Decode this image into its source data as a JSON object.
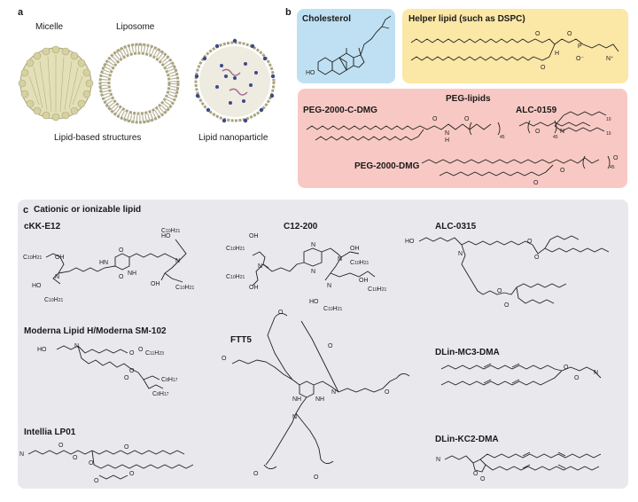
{
  "panel_a": {
    "letter": "a",
    "micelle": "Micelle",
    "liposome": "Liposome",
    "lipid_based": "Lipid-based structures",
    "lnp": "Lipid nanoparticle"
  },
  "panel_b": {
    "letter": "b",
    "cholesterol": "Cholesterol",
    "helper": "Helper lipid (such as DSPC)",
    "peg_title": "PEG-lipids",
    "peg_c_dmg": "PEG-2000-C-DMG",
    "alc0159": "ALC-0159",
    "peg_dmg": "PEG-2000-DMG"
  },
  "panel_c": {
    "letter": "c",
    "title": "Cationic or ionizable lipid",
    "ckk": "cKK-E12",
    "c12": "C12-200",
    "alc0315": "ALC-0315",
    "moderna": "Moderna Lipid H/Moderna SM-102",
    "ftt5": "FTT5",
    "mc3": "DLin-MC3-DMA",
    "intellia": "Intellia LP01",
    "kc2": "DLin-KC2-DMA"
  },
  "colors": {
    "cholesterol_box": "#bfe0f2",
    "helper_box": "#fbe7a6",
    "peg_box": "#f8c9c4",
    "panel_c_box": "#e9e9ed",
    "lipid_head": "#d9d6a6",
    "lipid_tail": "#b8b39a",
    "lnp_dot": "#3b4a8c"
  }
}
